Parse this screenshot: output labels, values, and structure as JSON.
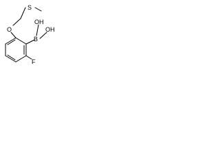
{
  "structure": {
    "atoms": {
      "sulfur": "S",
      "oxygen_ether": "O",
      "boron": "B",
      "hydroxyl_1": "OH",
      "hydroxyl_2": "OH",
      "fluorine": "F"
    }
  }
}
